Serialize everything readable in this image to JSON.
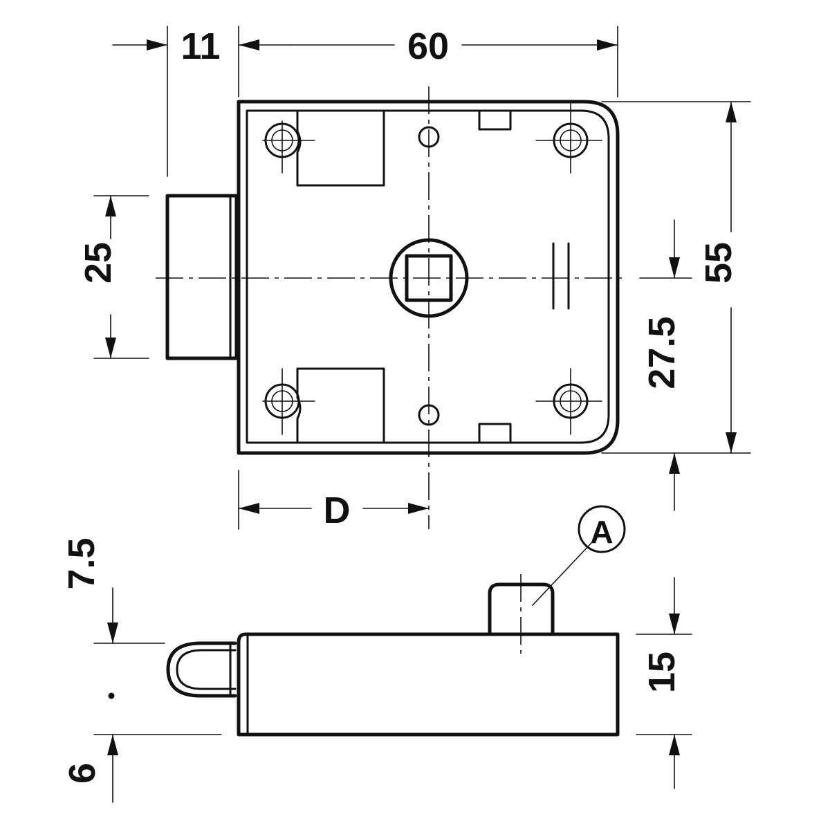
{
  "dimensions": {
    "lock_width": "60",
    "bolt_offset": "11",
    "bolt_height": "25",
    "body_height": "55",
    "center_height": "27.5",
    "backset": "D",
    "bolt_projection": "7.5",
    "case_depth": "15",
    "bolt_bottom": "6"
  },
  "callouts": {
    "detail_a": "A"
  }
}
